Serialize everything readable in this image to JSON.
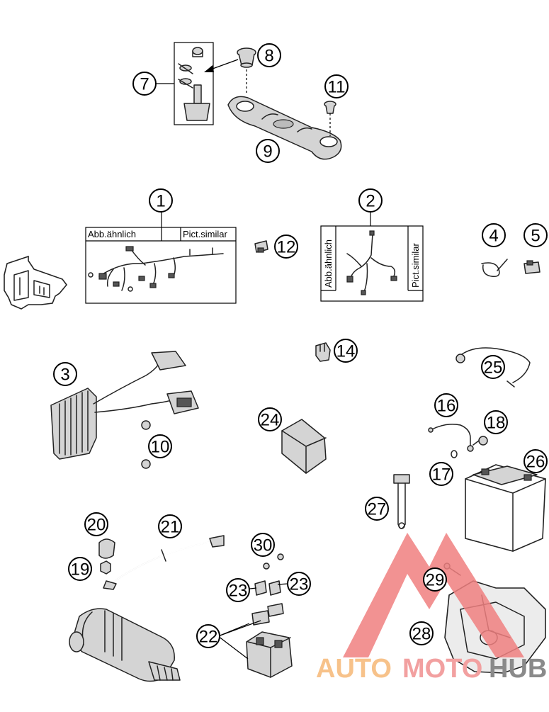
{
  "callouts": [
    {
      "label": "1"
    },
    {
      "label": "2"
    },
    {
      "label": "3"
    },
    {
      "label": "4"
    },
    {
      "label": "5"
    },
    {
      "label": "7"
    },
    {
      "label": "8"
    },
    {
      "label": "9"
    },
    {
      "label": "10"
    },
    {
      "label": "11"
    },
    {
      "label": "12"
    },
    {
      "label": "14"
    },
    {
      "label": "16"
    },
    {
      "label": "17"
    },
    {
      "label": "18"
    },
    {
      "label": "19"
    },
    {
      "label": "20"
    },
    {
      "label": "21"
    },
    {
      "label": "22"
    },
    {
      "label": "23"
    },
    {
      "label": "23"
    },
    {
      "label": "24"
    },
    {
      "label": "25"
    },
    {
      "label": "26"
    },
    {
      "label": "27"
    },
    {
      "label": "28"
    },
    {
      "label": "29"
    },
    {
      "label": "30"
    }
  ],
  "frames": {
    "main_harness": {
      "label_de": "Abb.ähnlich",
      "label_en": "Pict.similar"
    },
    "sub_harness": {
      "label_de": "Abb.ähnlich",
      "label_en": "Pict.similar"
    }
  },
  "watermark": {
    "part_a": "AUTO",
    "part_b": "MOTO",
    "part_c": "HUB",
    "color_a": "#f7c28a",
    "color_b": "#f2a0a0",
    "color_c": "#8a8a8a",
    "triangle_color": "#f08080"
  }
}
